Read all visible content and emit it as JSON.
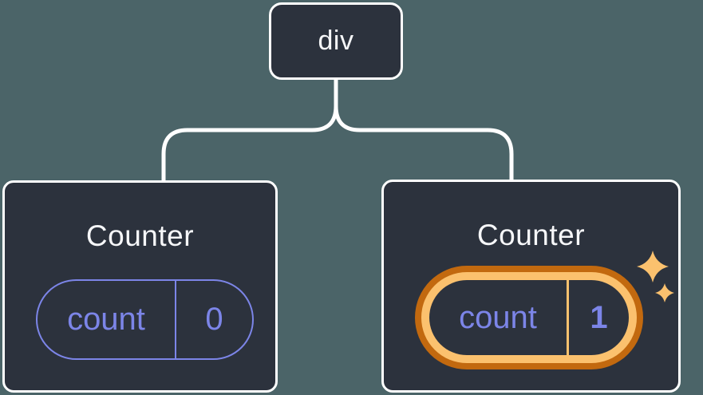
{
  "tree": {
    "root": {
      "label": "div"
    },
    "children": [
      {
        "title": "Counter",
        "state_key": "count",
        "state_value": "0",
        "highlighted": false
      },
      {
        "title": "Counter",
        "state_key": "count",
        "state_value": "1",
        "highlighted": true
      }
    ]
  },
  "icons": {
    "sparkles": "four-point-star-sparkles"
  },
  "colors": {
    "page_background": "#4b6468",
    "node_background": "#2c323d",
    "node_border": "#ffffff",
    "connector": "#ffffff",
    "title_color": "#f6f7f9",
    "state_purple": "#7c85e8",
    "highlight_orange_dark": "#c2690f",
    "highlight_orange_light": "#fbc16e",
    "sparkle": "#fbc16e"
  }
}
